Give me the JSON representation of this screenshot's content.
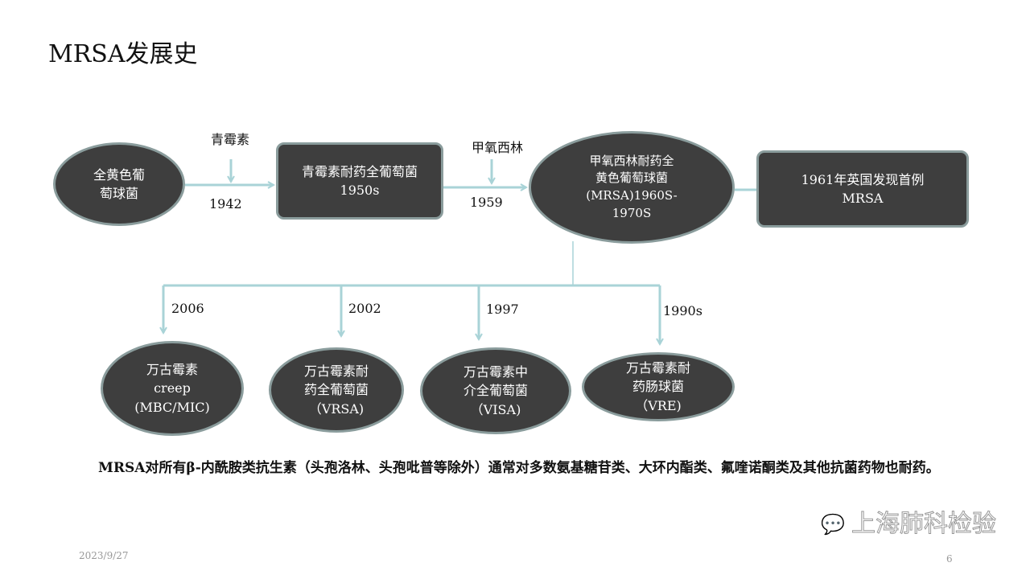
{
  "title": "MRSA发展史",
  "nodes": {
    "saureus": "全黄色葡\n萄球菌",
    "pen_resistant": "青霉素耐药全葡萄菌\n1950s",
    "mrsa": "甲氧西林耐药全\n黄色葡萄球菌\n(MRSA)1960S-\n1970S",
    "first_case": "1961年英国发现首例\nMRSA",
    "vanco_creep": "万古霉素\ncreep\n(MBC/MIC)",
    "vrsa": "万古霉素耐\n药全葡萄菌\n（VRSA)",
    "visa": "万古霉素中\n介全葡萄菌\n（VISA)",
    "vre": "万古霉素耐\n药肠球菌\n（VRE)"
  },
  "labels": {
    "penicillin": "青霉素",
    "methicillin": "甲氧西林",
    "y1942": "1942",
    "y1959": "1959",
    "y2006": "2006",
    "y2002": "2002",
    "y1997": "1997",
    "y1990s": "1990s"
  },
  "note": "MRSA对所有β-内酰胺类抗生素（头孢洛林、头孢吡普等除外）通常对多数氨基糖苷类、大环内酯类、氟喹诺酮类及其他抗菌药物也耐药。",
  "footer": {
    "date": "2023/9/27",
    "page": "6",
    "watermark": "上海肺科检验"
  },
  "colors": {
    "node_fill": "#3e3e3e",
    "connector": "#a9d3d7"
  }
}
